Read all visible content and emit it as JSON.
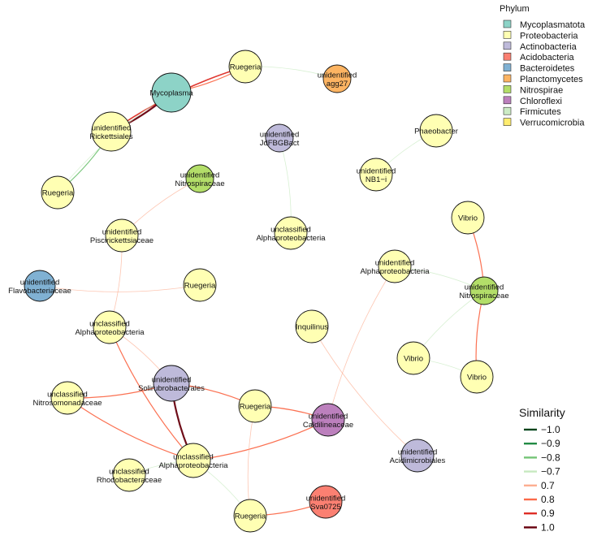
{
  "network": {
    "nodes": [
      {
        "id": "n1",
        "lines": [
          "Mycoplasma"
        ],
        "phylum": "Mycoplasmatota"
      },
      {
        "id": "n2",
        "lines": [
          "Ruegeria"
        ],
        "phylum": "Proteobacteria"
      },
      {
        "id": "n3",
        "lines": [
          "unidentified",
          "agg27"
        ],
        "phylum": "Planctomycetes"
      },
      {
        "id": "n4",
        "lines": [
          "unidentified",
          "Rickettsiales"
        ],
        "phylum": "Proteobacteria"
      },
      {
        "id": "n5",
        "lines": [
          "Ruegeria"
        ],
        "phylum": "Proteobacteria"
      },
      {
        "id": "n6",
        "lines": [
          "unidentified",
          "JdFBGBact"
        ],
        "phylum": "Actinobacteria"
      },
      {
        "id": "n7",
        "lines": [
          "Phaeobacter"
        ],
        "phylum": "Proteobacteria"
      },
      {
        "id": "n8",
        "lines": [
          "unidentified",
          "NB1−i"
        ],
        "phylum": "Proteobacteria"
      },
      {
        "id": "n9",
        "lines": [
          "unidentified",
          "Nitrospiraceae"
        ],
        "phylum": "Nitrospirae"
      },
      {
        "id": "n10",
        "lines": [
          "unclassified",
          "Alphaproteobacteria"
        ],
        "phylum": "Proteobacteria"
      },
      {
        "id": "n11",
        "lines": [
          "unidentified",
          "Piscirickettsiaceae"
        ],
        "phylum": "Proteobacteria"
      },
      {
        "id": "n12",
        "lines": [
          "Vibrio"
        ],
        "phylum": "Proteobacteria"
      },
      {
        "id": "n13",
        "lines": [
          "unidentified",
          "Flavobacteriaceae"
        ],
        "phylum": "Bacteroidetes"
      },
      {
        "id": "n14",
        "lines": [
          "Ruegeria"
        ],
        "phylum": "Proteobacteria"
      },
      {
        "id": "n15",
        "lines": [
          "unidentified",
          "Alphaproteobacteria"
        ],
        "phylum": "Proteobacteria"
      },
      {
        "id": "n16",
        "lines": [
          "unidentified",
          "Nitrospiraceae"
        ],
        "phylum": "Nitrospirae"
      },
      {
        "id": "n17",
        "lines": [
          "unclassified",
          "Alphaproteobacteria"
        ],
        "phylum": "Proteobacteria"
      },
      {
        "id": "n18",
        "lines": [
          "Inquilinus"
        ],
        "phylum": "Proteobacteria"
      },
      {
        "id": "n19",
        "lines": [
          "Vibrio"
        ],
        "phylum": "Proteobacteria"
      },
      {
        "id": "n20",
        "lines": [
          "unidentified",
          "Solirubrobacterales"
        ],
        "phylum": "Actinobacteria"
      },
      {
        "id": "n21",
        "lines": [
          "Vibrio"
        ],
        "phylum": "Proteobacteria"
      },
      {
        "id": "n22",
        "lines": [
          "unclassified",
          "Nitrosomonadaceae"
        ],
        "phylum": "Proteobacteria"
      },
      {
        "id": "n23",
        "lines": [
          "Ruegeria"
        ],
        "phylum": "Proteobacteria"
      },
      {
        "id": "n24",
        "lines": [
          "unidentified",
          "Caldilineaceae"
        ],
        "phylum": "Chloroflexi"
      },
      {
        "id": "n25",
        "lines": [
          "unclassified",
          "Alphaproteobacteria"
        ],
        "phylum": "Proteobacteria"
      },
      {
        "id": "n26",
        "lines": [
          "unidentified",
          "Acidimicrobiales"
        ],
        "phylum": "Actinobacteria"
      },
      {
        "id": "n27",
        "lines": [
          "unclassified",
          "Rhodobacteraceae"
        ],
        "phylum": "Proteobacteria"
      },
      {
        "id": "n28",
        "lines": [
          "unidentified",
          "Sva0725"
        ],
        "phylum": "Acidobacteria"
      },
      {
        "id": "n29",
        "lines": [
          "Ruegeria"
        ],
        "phylum": "Proteobacteria"
      }
    ],
    "edges": [
      {
        "source": "n4",
        "target": "n1",
        "similarity": 1.0
      },
      {
        "source": "n4",
        "target": "n2",
        "similarity": 0.9
      },
      {
        "source": "n1",
        "target": "n2",
        "similarity": 0.8
      },
      {
        "source": "n4",
        "target": "n5",
        "similarity": -0.8
      },
      {
        "source": "n1",
        "target": "n5",
        "similarity": -0.7
      },
      {
        "source": "n2",
        "target": "n3",
        "similarity": -0.7
      },
      {
        "source": "n7",
        "target": "n8",
        "similarity": -0.7
      },
      {
        "source": "n6",
        "target": "n10",
        "similarity": -0.7
      },
      {
        "source": "n9",
        "target": "n11",
        "similarity": 0.7
      },
      {
        "source": "n11",
        "target": "n17",
        "similarity": 0.7
      },
      {
        "source": "n13",
        "target": "n14",
        "similarity": 0.7
      },
      {
        "source": "n17",
        "target": "n20",
        "similarity": 0.7
      },
      {
        "source": "n17",
        "target": "n25",
        "similarity": 0.8
      },
      {
        "source": "n20",
        "target": "n22",
        "similarity": 0.8
      },
      {
        "source": "n20",
        "target": "n25",
        "similarity": 1.0
      },
      {
        "source": "n20",
        "target": "n23",
        "similarity": 0.8
      },
      {
        "source": "n22",
        "target": "n25",
        "similarity": 0.8
      },
      {
        "source": "n23",
        "target": "n24",
        "similarity": 0.8
      },
      {
        "source": "n15",
        "target": "n24",
        "similarity": 0.7
      },
      {
        "source": "n24",
        "target": "n25",
        "similarity": 0.8
      },
      {
        "source": "n18",
        "target": "n26",
        "similarity": 0.7
      },
      {
        "source": "n12",
        "target": "n16",
        "similarity": 0.8
      },
      {
        "source": "n16",
        "target": "n21",
        "similarity": 0.8
      },
      {
        "source": "n15",
        "target": "n16",
        "similarity": -0.7
      },
      {
        "source": "n16",
        "target": "n19",
        "similarity": -0.7
      },
      {
        "source": "n19",
        "target": "n21",
        "similarity": -0.7
      },
      {
        "source": "n23",
        "target": "n29",
        "similarity": 0.7
      },
      {
        "source": "n25",
        "target": "n29",
        "similarity": -0.7
      },
      {
        "source": "n29",
        "target": "n28",
        "similarity": 0.8
      },
      {
        "source": "n27",
        "target": "n25",
        "similarity": -0.7
      }
    ]
  },
  "phylum_legend": {
    "title": "Phylum",
    "items": [
      {
        "label": "Mycoplasmatota",
        "color": "#8dd3c7"
      },
      {
        "label": "Proteobacteria",
        "color": "#ffffb3"
      },
      {
        "label": "Actinobacteria",
        "color": "#bebada"
      },
      {
        "label": "Acidobacteria",
        "color": "#fb8072"
      },
      {
        "label": "Bacteroidetes",
        "color": "#80b1d3"
      },
      {
        "label": "Planctomycetes",
        "color": "#fdb462"
      },
      {
        "label": "Nitrospirae",
        "color": "#b3de69"
      },
      {
        "label": "Chloroflexi",
        "color": "#bc80bd"
      },
      {
        "label": "Firmicutes",
        "color": "#ccebc5"
      },
      {
        "label": "Verrucomicrobia",
        "color": "#ffed6f"
      }
    ]
  },
  "similarity_legend": {
    "title": "Similarity",
    "items": [
      {
        "label": "−1.0",
        "value": -1.0,
        "color": "#00441b"
      },
      {
        "label": "−0.9",
        "value": -0.9,
        "color": "#238b45"
      },
      {
        "label": "−0.8",
        "value": -0.8,
        "color": "#74c476"
      },
      {
        "label": "−0.7",
        "value": -0.7,
        "color": "#c7e9c0"
      },
      {
        "label": "0.7",
        "value": 0.7,
        "color": "#fcae91"
      },
      {
        "label": "0.8",
        "value": 0.8,
        "color": "#fb6a4a"
      },
      {
        "label": "0.9",
        "value": 0.9,
        "color": "#de2d26"
      },
      {
        "label": "1.0",
        "value": 1.0,
        "color": "#67000d"
      }
    ]
  }
}
